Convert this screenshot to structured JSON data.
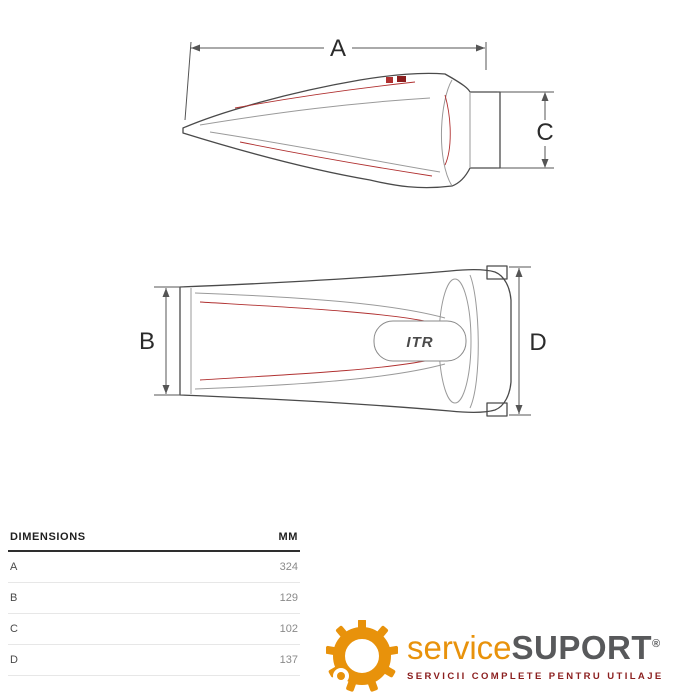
{
  "drawing": {
    "dim_labels": {
      "a": "A",
      "b": "B",
      "c": "C",
      "d": "D"
    },
    "brand_mark": "ITR"
  },
  "table": {
    "headers": {
      "dimension": "DIMENSIONS",
      "unit": "MM"
    },
    "rows": [
      {
        "label": "A",
        "value": "324"
      },
      {
        "label": "B",
        "value": "129"
      },
      {
        "label": "C",
        "value": "102"
      },
      {
        "label": "D",
        "value": "137"
      }
    ]
  },
  "logo": {
    "word1": "service",
    "word2": "SUPORT",
    "registered": "®",
    "tagline": "SERVICII COMPLETE PENTRU UTILAJE",
    "colors": {
      "orange": "#E8920B",
      "gray": "#58595B",
      "maroon": "#8B1E1E"
    }
  },
  "accent_colors": {
    "drawing_red": "#B03030",
    "drawing_line": "#4A4A4A"
  }
}
